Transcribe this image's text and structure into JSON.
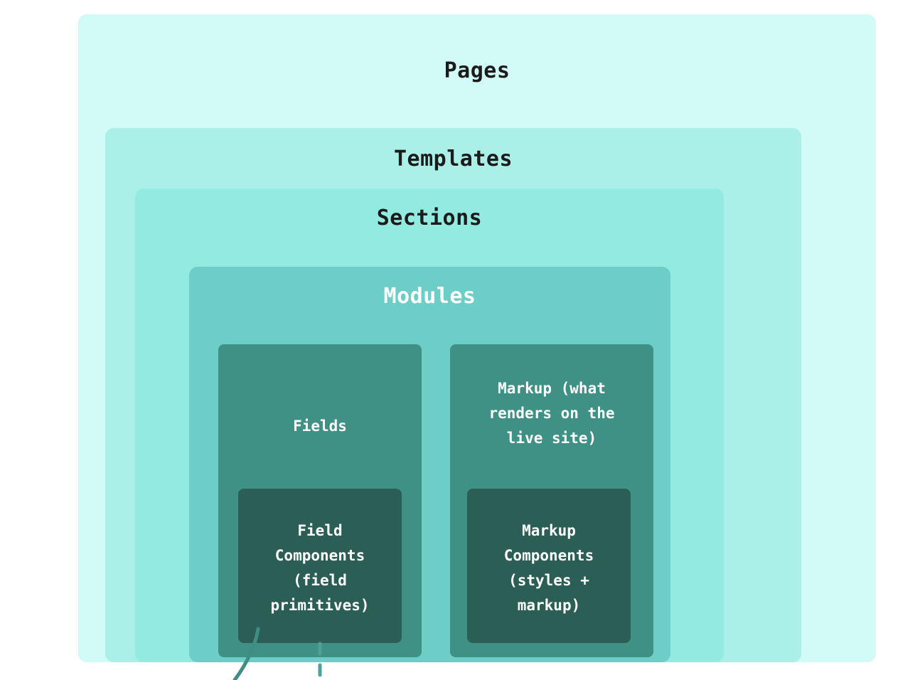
{
  "diagram": {
    "title_hierarchy": [
      "Pages",
      "Templates",
      "Sections",
      "Modules"
    ],
    "layers": {
      "pages": {
        "label": "Pages",
        "color": "#d2fbf8",
        "text_color": "#1b1b1b"
      },
      "templates": {
        "label": "Templates",
        "color": "#aaf0e9",
        "text_color": "#1b1b1b"
      },
      "sections": {
        "label": "Sections",
        "color": "#92eae1",
        "text_color": "#1b1b1b"
      },
      "modules": {
        "label": "Modules",
        "color": "#6ccec6",
        "text_color": "#ffffff"
      }
    },
    "columns": [
      {
        "id": "fields",
        "label": "Fields",
        "color": "#3f9185",
        "child": {
          "id": "field-components",
          "label": "Field Components (field primitives)",
          "lines": [
            "Field",
            "Components",
            "(field",
            "primitives)"
          ],
          "color": "#2b5e55"
        }
      },
      {
        "id": "markup",
        "label": "Markup (what renders on the live site)",
        "lines": [
          "Markup (what",
          "renders on the",
          "live site)"
        ],
        "color": "#3f9185",
        "child": {
          "id": "markup-components",
          "label": "Markup Components (styles + markup)",
          "lines": [
            "Markup",
            "Components",
            "(styles +",
            "markup)"
          ],
          "color": "#2b5e55"
        }
      }
    ],
    "connectors": [
      {
        "id": "solid-curve",
        "style": "solid",
        "color": "#3f8d83"
      },
      {
        "id": "dashed-line",
        "style": "dashed",
        "color": "#4fa097"
      }
    ],
    "background": "#ffffff"
  }
}
